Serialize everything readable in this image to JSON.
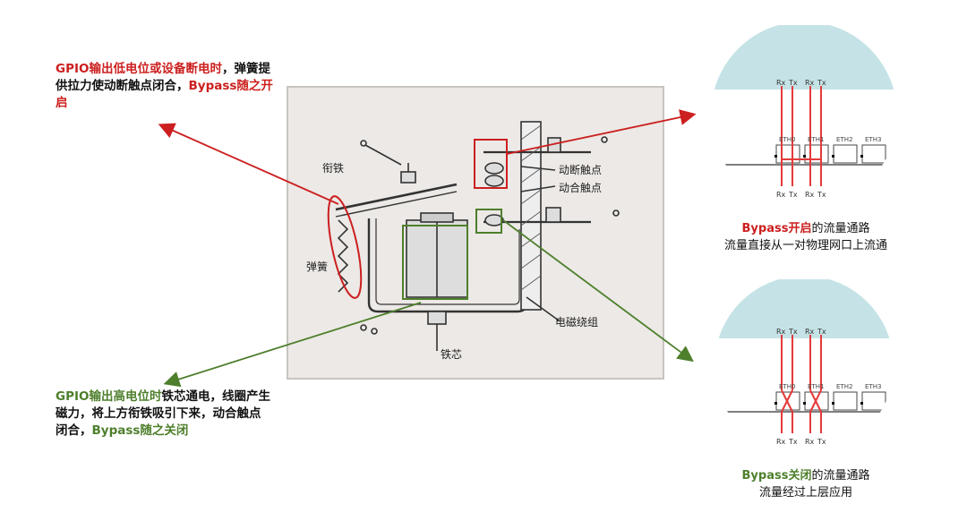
{
  "colors": {
    "red": "#cc1f1f",
    "green": "#4e7f2c",
    "arc": "#c5e3e6",
    "photo_bg": "#ece9e6"
  },
  "callout_top_left": {
    "part1": "GPIO输出低电位或设备断电时",
    "part2": "，弹簧提供拉力使动断触点闭合，",
    "part3": "Bypass随之开启"
  },
  "callout_bottom_left": {
    "part1": "GPIO输出高电位时",
    "part2": "铁芯通电，线圈产生磁力，将上方衔铁吸引下来，动合触点闭合，",
    "part3": "Bypass随之关闭"
  },
  "relay_labels": {
    "armature": "衔铁",
    "spring": "弹簧",
    "nc_contact": "动断触点",
    "no_contact": "动合触点",
    "coil": "电磁绕组",
    "core": "铁芯"
  },
  "panel_top": {
    "signals_top": [
      "Rx",
      "Tx",
      "Rx",
      "Tx"
    ],
    "signals_bottom": [
      "Rx",
      "Tx",
      "Rx",
      "Tx"
    ],
    "ports": [
      "ETH0",
      "ETH1",
      "ETH2",
      "ETH3"
    ],
    "caption_highlight": "Bypass开启",
    "caption_rest": "的流量通路",
    "caption_line2": "流量直接从一对物理网口上流通"
  },
  "panel_bottom": {
    "signals_top": [
      "Rx",
      "Tx",
      "Rx",
      "Tx"
    ],
    "signals_bottom": [
      "Rx",
      "Tx",
      "Rx",
      "Tx"
    ],
    "ports": [
      "ETH0",
      "ETH1",
      "ETH2",
      "ETH3"
    ],
    "caption_highlight": "Bypass关闭",
    "caption_rest": "的流量通路",
    "caption_line2": "流量经过上层应用"
  }
}
